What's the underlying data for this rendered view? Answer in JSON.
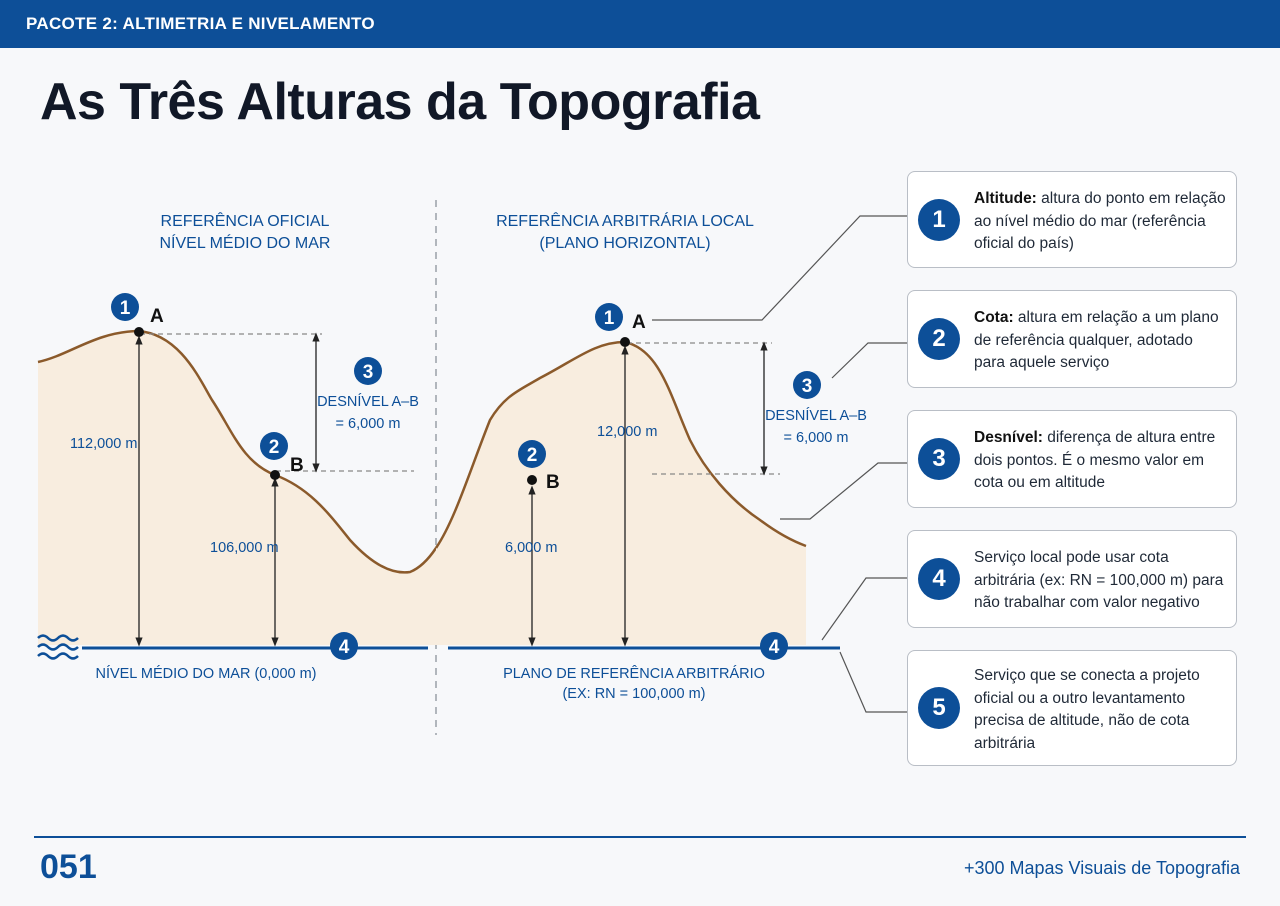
{
  "header": {
    "series_label": "PACOTE 2: ALTIMETRIA E NIVELAMENTO"
  },
  "title": "As Três Alturas da Topografia",
  "left_panel": {
    "heading_line1": "REFERÊNCIA OFICIAL",
    "heading_line2": "NÍVEL MÉDIO DO MAR",
    "point_a_label": "A",
    "point_b_label": "B",
    "marker_1": "1",
    "marker_2": "2",
    "marker_3": "3",
    "marker_4": "4",
    "altitude_a": "112,000 m",
    "altitude_b": "106,000 m",
    "desnivel_line1": "DESNÍVEL A–B",
    "desnivel_line2": "= 6,000 m",
    "baseline_label": "NÍVEL MÉDIO DO MAR (0,000 m)"
  },
  "right_panel": {
    "heading_line1": "REFERÊNCIA ARBITRÁRIA LOCAL",
    "heading_line2": "(PLANO HORIZONTAL)",
    "point_a_label": "A",
    "point_b_label": "B",
    "marker_1": "1",
    "marker_2": "2",
    "marker_3": "3",
    "marker_4": "4",
    "cota_a": "12,000 m",
    "cota_b": "6,000 m",
    "desnivel_line1": "DESNÍVEL A–B",
    "desnivel_line2": "= 6,000 m",
    "baseline_line1": "PLANO DE REFERÊNCIA ARBITRÁRIO",
    "baseline_line2": "(EX: RN = 100,000 m)"
  },
  "cards": [
    {
      "number": "1",
      "term": "Altitude:",
      "text": " altura do ponto em relação ao nível médio do mar (referência oficial do país)"
    },
    {
      "number": "2",
      "term": "Cota:",
      "text": " altura em relação a um plano de referência qualquer, adotado para aquele serviço"
    },
    {
      "number": "3",
      "term": "Desnível:",
      "text": " diferença de altura entre dois pontos. É o mesmo valor em cota ou em altitude"
    },
    {
      "number": "4",
      "term": "",
      "text": "Serviço local pode usar cota arbitrária (ex: RN = 100,000 m) para não trabalhar com valor negativo"
    },
    {
      "number": "5",
      "term": "",
      "text": "Serviço que se conecta a projeto oficial ou a outro levantamento precisa de altitude, não de cota arbitrária"
    }
  ],
  "footer": {
    "page_number": "051",
    "collection": "+300 Mapas Visuais de Topografia"
  },
  "colors": {
    "accent": "#0d4f98",
    "terrain_fill": "#f8eddf",
    "terrain_line": "#8b5a2b"
  },
  "icons": {
    "water": "water-waves-icon"
  }
}
